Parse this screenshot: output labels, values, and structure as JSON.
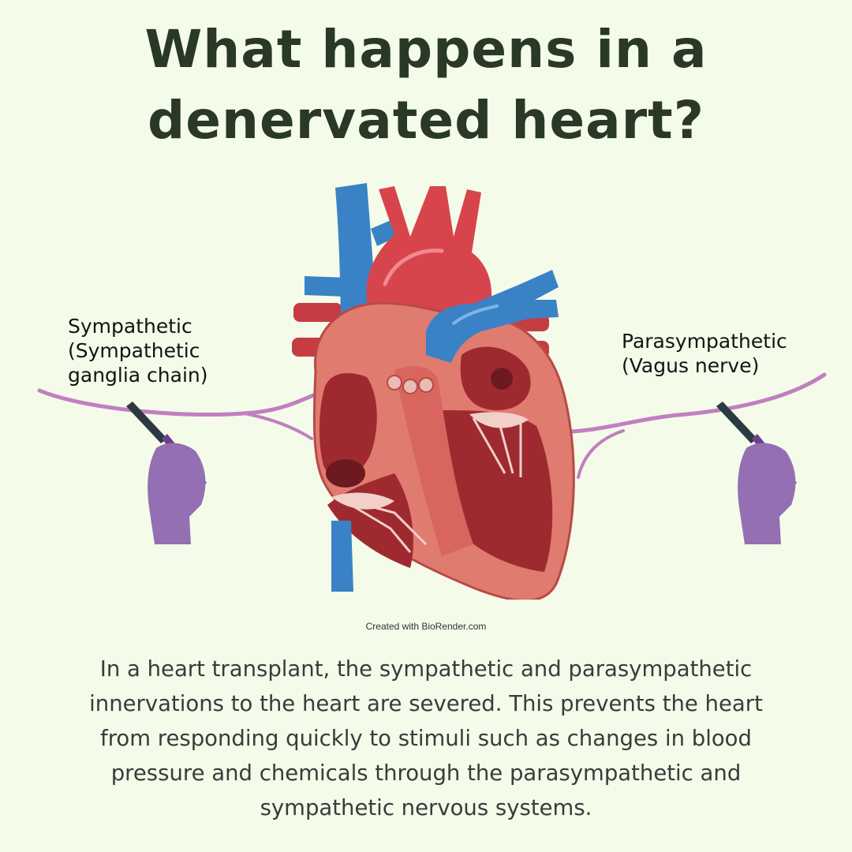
{
  "title": {
    "line1": "What happens in a",
    "line2": "denervated heart?"
  },
  "labels": {
    "sympathetic": {
      "line1": "Sympathetic",
      "line2": "(Sympathetic",
      "line3": "ganglia chain)"
    },
    "parasympathetic": {
      "line1": "Parasympathetic",
      "line2": "(Vagus nerve)"
    }
  },
  "credit": "Created with BioRender.com",
  "body": {
    "line1": "In a heart transplant, the sympathetic and parasympathetic",
    "line2": "innervations to the heart are severed. This prevents the heart",
    "line3": "from responding quickly to stimuli such as changes in blood",
    "line4": "pressure and chemicals through the parasympathetic and",
    "line5": "sympathetic nervous systems."
  },
  "colors": {
    "background": "#f4fbe9",
    "title": "#2a3826",
    "heart_outer": "#e07b70",
    "heart_inner": "#9e2a30",
    "artery": "#d8444c",
    "vein": "#3a82c6",
    "nerve": "#c17fc0",
    "hand": "#9470b3",
    "scalpel_blade": "#1f4b5c"
  }
}
